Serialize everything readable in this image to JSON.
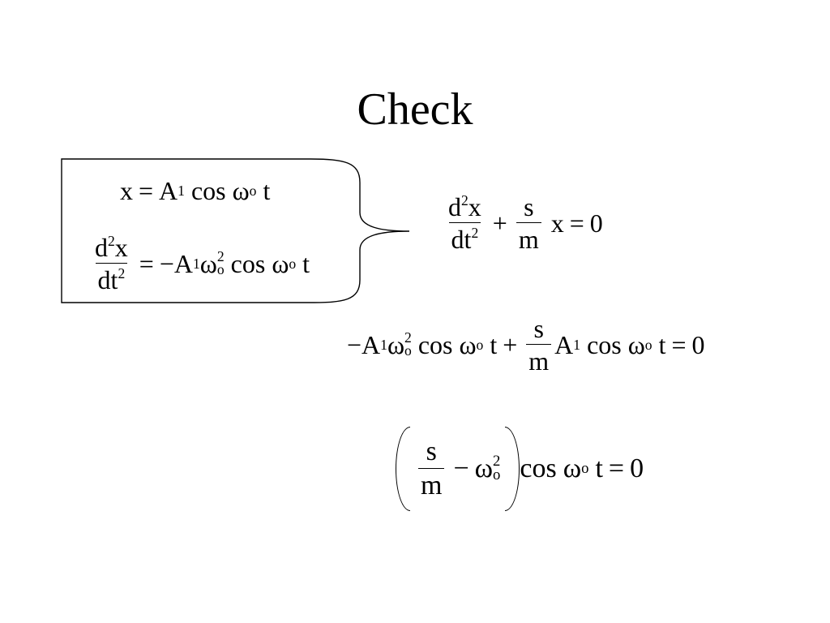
{
  "slide": {
    "title": "Check"
  },
  "equations": {
    "solution": {
      "lhs": "x",
      "eq": "=",
      "amp": "A",
      "amp_sub": "1",
      "func": "cos",
      "omega": "ω",
      "omega_sub": "o",
      "var": "t"
    },
    "second_derivative": {
      "num_d": "d",
      "num_pow": "2",
      "num_x": "x",
      "den_dt": "dt",
      "den_pow": "2",
      "eq": "=",
      "minus": "−",
      "amp": "A",
      "amp_sub": "1",
      "omega": "ω",
      "omega_sup": "2",
      "omega_sub": "o",
      "func": "cos",
      "omega2": "ω",
      "omega2_sub": "o",
      "var": "t"
    },
    "differential_equation": {
      "num_d": "d",
      "num_pow": "2",
      "num_x": "x",
      "den_dt": "dt",
      "den_pow": "2",
      "plus": "+",
      "s": "s",
      "m": "m",
      "x": "x",
      "eq": "=",
      "zero": "0"
    },
    "substitution": {
      "minus": "−",
      "amp": "A",
      "amp_sub": "1",
      "omega": "ω",
      "omega_sup": "2",
      "omega_sub": "o",
      "func": "cos",
      "omega2": "ω",
      "omega2_sub": "o",
      "var": "t",
      "plus": "+",
      "s": "s",
      "m": "m",
      "amp2": "A",
      "amp2_sub": "1",
      "func2": "cos",
      "omega3": "ω",
      "omega3_sub": "o",
      "var2": "t",
      "eq": "=",
      "zero": "0"
    },
    "factored": {
      "s": "s",
      "m": "m",
      "minus": "−",
      "omega": "ω",
      "omega_sup": "2",
      "omega_sub": "o",
      "func": "cos",
      "omega2": "ω",
      "omega2_sub": "o",
      "var": "t",
      "eq": "=",
      "zero": "0"
    }
  }
}
